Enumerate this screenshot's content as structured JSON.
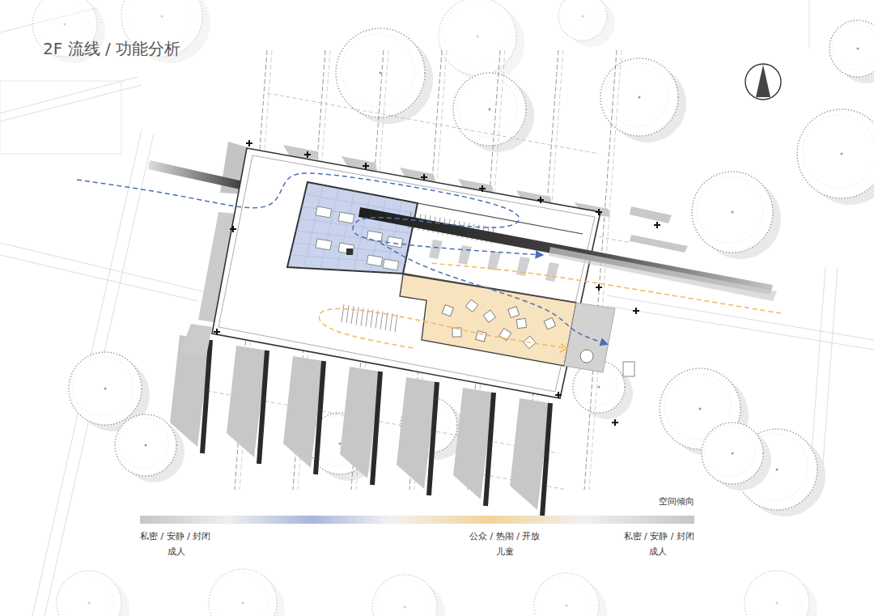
{
  "diagram": {
    "title": "2F 流线 / 功能分析",
    "labels": [
      "空间倾向",
      "私密 / 安静 / 封闭",
      "成人",
      "公众 / 热闹 / 开放",
      "儿童",
      "私密 / 安静 / 封闭",
      "成人"
    ]
  }
}
